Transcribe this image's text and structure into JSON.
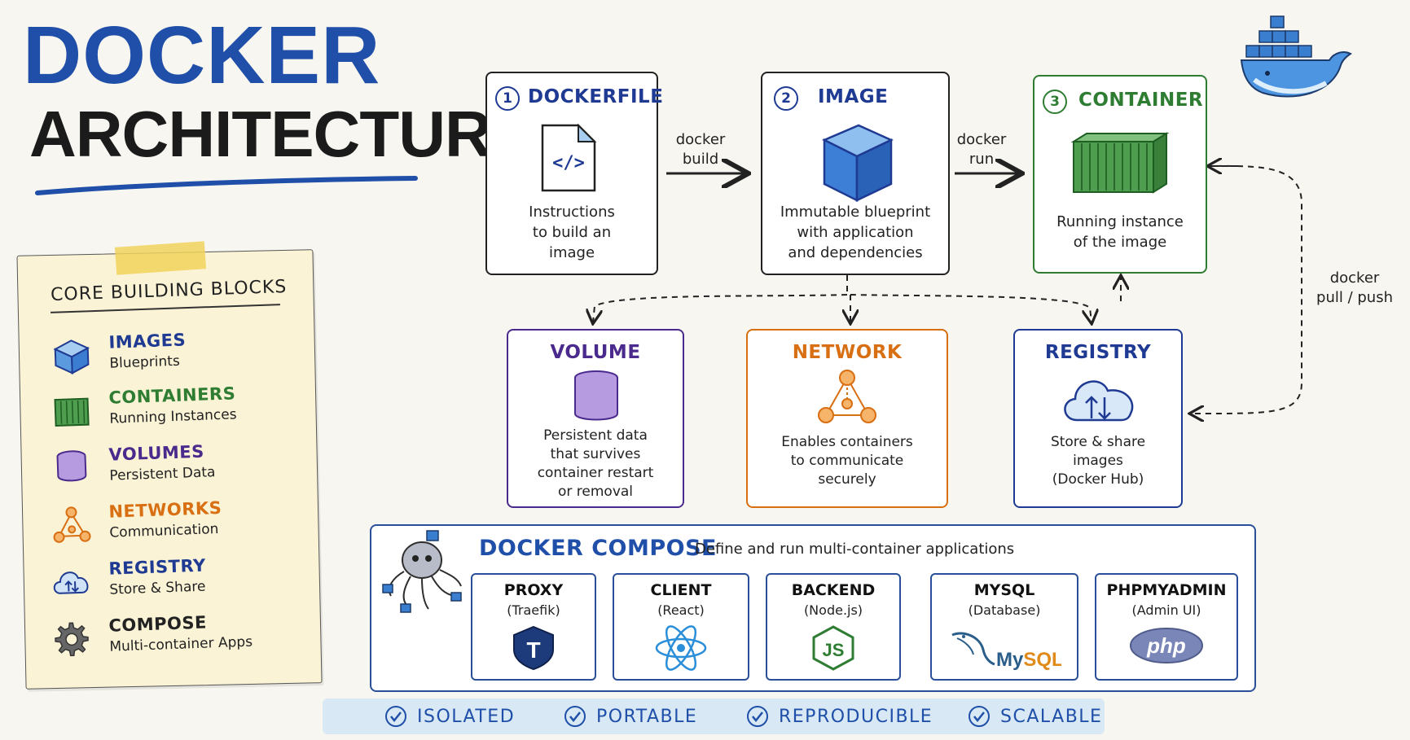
{
  "title": {
    "line1": "DOCKER",
    "line2": "ARCHITECTURE"
  },
  "note": {
    "heading": "CORE BUILDING BLOCKS",
    "items": [
      {
        "title": "IMAGES",
        "subtitle": "Blueprints",
        "color": "#1f3a93",
        "icon": "cube-icon"
      },
      {
        "title": "CONTAINERS",
        "subtitle": "Running Instances",
        "color": "#2e7d32",
        "icon": "container-icon"
      },
      {
        "title": "VOLUMES",
        "subtitle": "Persistent Data",
        "color": "#4a2a8c",
        "icon": "database-icon"
      },
      {
        "title": "NETWORKS",
        "subtitle": "Communication",
        "color": "#d86f12",
        "icon": "network-icon"
      },
      {
        "title": "REGISTRY",
        "subtitle": "Store & Share",
        "color": "#1f3a93",
        "icon": "cloud-icon"
      },
      {
        "title": "COMPOSE",
        "subtitle": "Multi-container Apps",
        "color": "#222222",
        "icon": "gear-icon"
      }
    ]
  },
  "flow": {
    "dockerfile": {
      "num": "1",
      "title": "DOCKERFILE",
      "desc": [
        "Instructions",
        "to build an",
        "image"
      ]
    },
    "image": {
      "num": "2",
      "title": "IMAGE",
      "desc": [
        "Immutable blueprint",
        "with application",
        "and dependencies"
      ]
    },
    "container": {
      "num": "3",
      "title": "CONTAINER",
      "desc": [
        "Running instance",
        "of the image"
      ]
    },
    "arrow_build": [
      "docker",
      "build"
    ],
    "arrow_run": [
      "docker",
      "run"
    ],
    "arrow_pull": [
      "docker",
      "pull / push"
    ]
  },
  "resources": {
    "volume": {
      "title": "VOLUME",
      "desc": [
        "Persistent data",
        "that survives",
        "container restart",
        "or removal"
      ],
      "color": "#4a2a8c"
    },
    "network": {
      "title": "NETWORK",
      "desc": [
        "Enables containers",
        "to communicate",
        "securely"
      ],
      "color": "#d86f12"
    },
    "registry": {
      "title": "REGISTRY",
      "desc": [
        "Store & share",
        "images",
        "(Docker Hub)"
      ],
      "color": "#1f3a93"
    }
  },
  "compose": {
    "title": "DOCKER COMPOSE",
    "desc": "Define and run multi-container applications",
    "services": [
      {
        "name": "PROXY",
        "sub": "(Traefik)",
        "icon": "traefik-icon"
      },
      {
        "name": "CLIENT",
        "sub": "(React)",
        "icon": "react-icon"
      },
      {
        "name": "BACKEND",
        "sub": "(Node.js)",
        "icon": "nodejs-icon"
      },
      {
        "name": "MYSQL",
        "sub": "(Database)",
        "icon": "mysql-icon",
        "logo_text": "MySQL"
      },
      {
        "name": "PHPMYADMIN",
        "sub": "(Admin UI)",
        "icon": "php-icon",
        "logo_text": "php"
      }
    ]
  },
  "features": [
    "ISOLATED",
    "PORTABLE",
    "REPRODUCIBLE",
    "SCALABLE"
  ],
  "colors": {
    "blue": "#1f4fa8",
    "green": "#2e7d32",
    "purple": "#4a2a8c",
    "orange": "#d86f12"
  }
}
